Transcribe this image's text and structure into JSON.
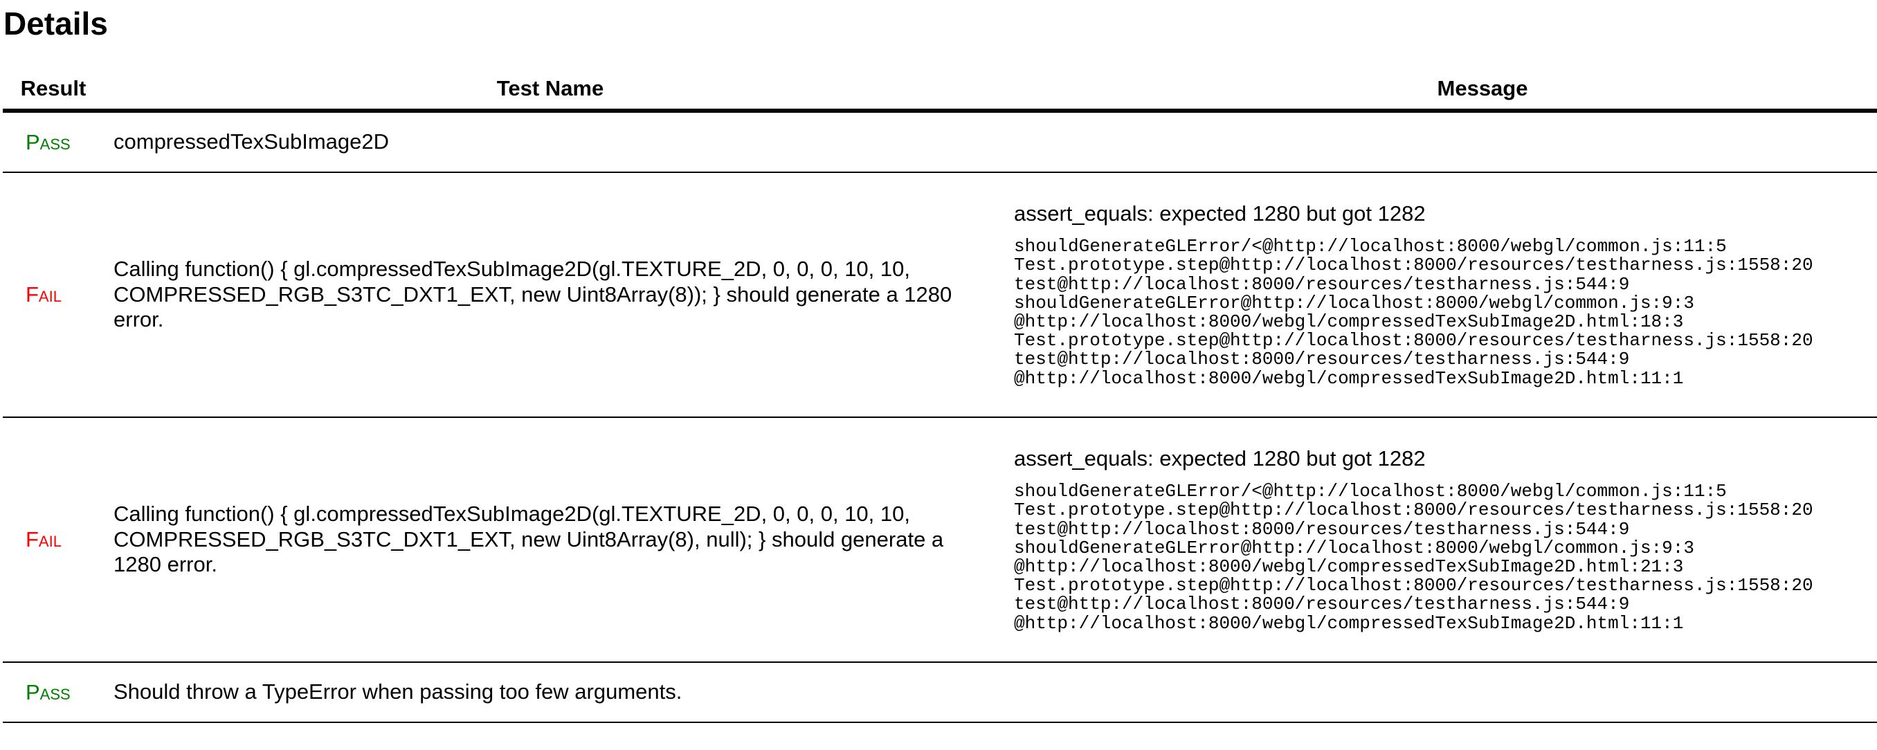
{
  "page": {
    "heading": "Details"
  },
  "table": {
    "headers": {
      "result": "Result",
      "test_name": "Test Name",
      "message": "Message"
    },
    "status_colors": {
      "pass": "#008000",
      "fail": "#ff0000"
    },
    "rows": [
      {
        "result": "Pass",
        "test_name": "compressedTexSubImage2D",
        "message": "",
        "stack": ""
      },
      {
        "result": "Fail",
        "test_name": "Calling function() { gl.compressedTexSubImage2D(gl.TEXTURE_2D, 0, 0, 0, 10, 10, COMPRESSED_RGB_S3TC_DXT1_EXT, new Uint8Array(8)); } should generate a 1280 error.",
        "message": "assert_equals: expected 1280 but got 1282",
        "stack": "shouldGenerateGLError/<@http://localhost:8000/webgl/common.js:11:5\nTest.prototype.step@http://localhost:8000/resources/testharness.js:1558:20\ntest@http://localhost:8000/resources/testharness.js:544:9\nshouldGenerateGLError@http://localhost:8000/webgl/common.js:9:3\n@http://localhost:8000/webgl/compressedTexSubImage2D.html:18:3\nTest.prototype.step@http://localhost:8000/resources/testharness.js:1558:20\ntest@http://localhost:8000/resources/testharness.js:544:9\n@http://localhost:8000/webgl/compressedTexSubImage2D.html:11:1"
      },
      {
        "result": "Fail",
        "test_name": "Calling function() { gl.compressedTexSubImage2D(gl.TEXTURE_2D, 0, 0, 0, 10, 10, COMPRESSED_RGB_S3TC_DXT1_EXT, new Uint8Array(8), null); } should generate a 1280 error.",
        "message": "assert_equals: expected 1280 but got 1282",
        "stack": "shouldGenerateGLError/<@http://localhost:8000/webgl/common.js:11:5\nTest.prototype.step@http://localhost:8000/resources/testharness.js:1558:20\ntest@http://localhost:8000/resources/testharness.js:544:9\nshouldGenerateGLError@http://localhost:8000/webgl/common.js:9:3\n@http://localhost:8000/webgl/compressedTexSubImage2D.html:21:3\nTest.prototype.step@http://localhost:8000/resources/testharness.js:1558:20\ntest@http://localhost:8000/resources/testharness.js:544:9\n@http://localhost:8000/webgl/compressedTexSubImage2D.html:11:1"
      },
      {
        "result": "Pass",
        "test_name": "Should throw a TypeError when passing too few arguments.",
        "message": "",
        "stack": ""
      }
    ]
  }
}
